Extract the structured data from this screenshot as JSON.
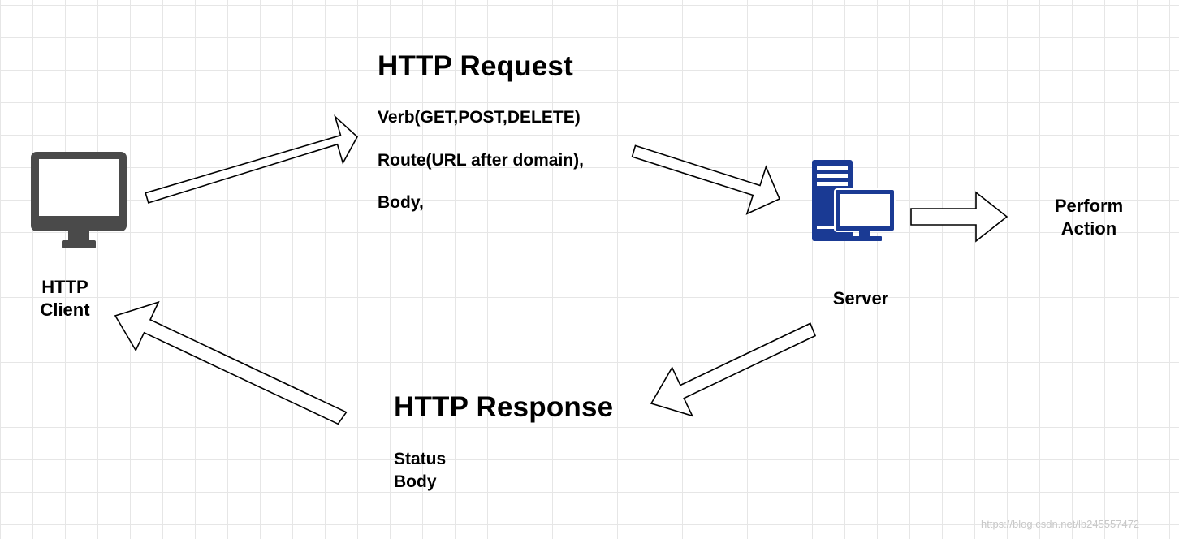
{
  "request": {
    "title": "HTTP Request",
    "items": [
      "Verb(GET,POST,DELETE)",
      "Route(URL after domain),",
      "Body,"
    ]
  },
  "response": {
    "title": "HTTP Response",
    "items": [
      "Status",
      "Body"
    ]
  },
  "client": {
    "label_lines": [
      "HTTP",
      "Client"
    ],
    "icon": "monitor-icon"
  },
  "server": {
    "label": "Server",
    "icon": "server-computer-icon"
  },
  "action": {
    "label_lines": [
      "Perform",
      "Action"
    ]
  },
  "watermark": "https://blog.csdn.net/lb245557472",
  "colors": {
    "monitor": "#4a4a4a",
    "server": "#1a3a94",
    "grid": "#e6e6e6",
    "arrow_stroke": "#000000"
  }
}
